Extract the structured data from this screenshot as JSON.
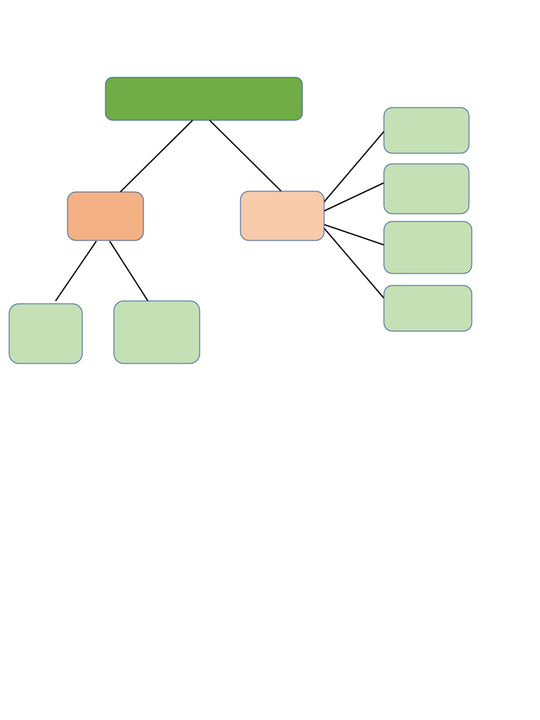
{
  "diagram": {
    "colors": {
      "root_fill": "#70AD47",
      "mid_left_fill": "#F4B183",
      "mid_right_fill": "#F8CBAD",
      "leaf_fill": "#C5E0B4",
      "node_border": "#2F5597",
      "connector": "#000000"
    },
    "nodes": [
      {
        "id": "root",
        "label": "",
        "fill": "root_fill"
      },
      {
        "id": "mid-left",
        "label": "",
        "fill": "mid_left_fill"
      },
      {
        "id": "mid-right",
        "label": "",
        "fill": "mid_right_fill"
      },
      {
        "id": "leaf-left-1",
        "label": "",
        "fill": "leaf_fill"
      },
      {
        "id": "leaf-left-2",
        "label": "",
        "fill": "leaf_fill"
      },
      {
        "id": "leaf-right-1",
        "label": "",
        "fill": "leaf_fill"
      },
      {
        "id": "leaf-right-2",
        "label": "",
        "fill": "leaf_fill"
      },
      {
        "id": "leaf-right-3",
        "label": "",
        "fill": "leaf_fill"
      },
      {
        "id": "leaf-right-4",
        "label": "",
        "fill": "leaf_fill"
      }
    ],
    "edges": [
      {
        "from": "root",
        "to": "mid-left"
      },
      {
        "from": "root",
        "to": "mid-right"
      },
      {
        "from": "mid-left",
        "to": "leaf-left-1"
      },
      {
        "from": "mid-left",
        "to": "leaf-left-2"
      },
      {
        "from": "mid-right",
        "to": "leaf-right-1"
      },
      {
        "from": "mid-right",
        "to": "leaf-right-2"
      },
      {
        "from": "mid-right",
        "to": "leaf-right-3"
      },
      {
        "from": "mid-right",
        "to": "leaf-right-4"
      }
    ]
  }
}
